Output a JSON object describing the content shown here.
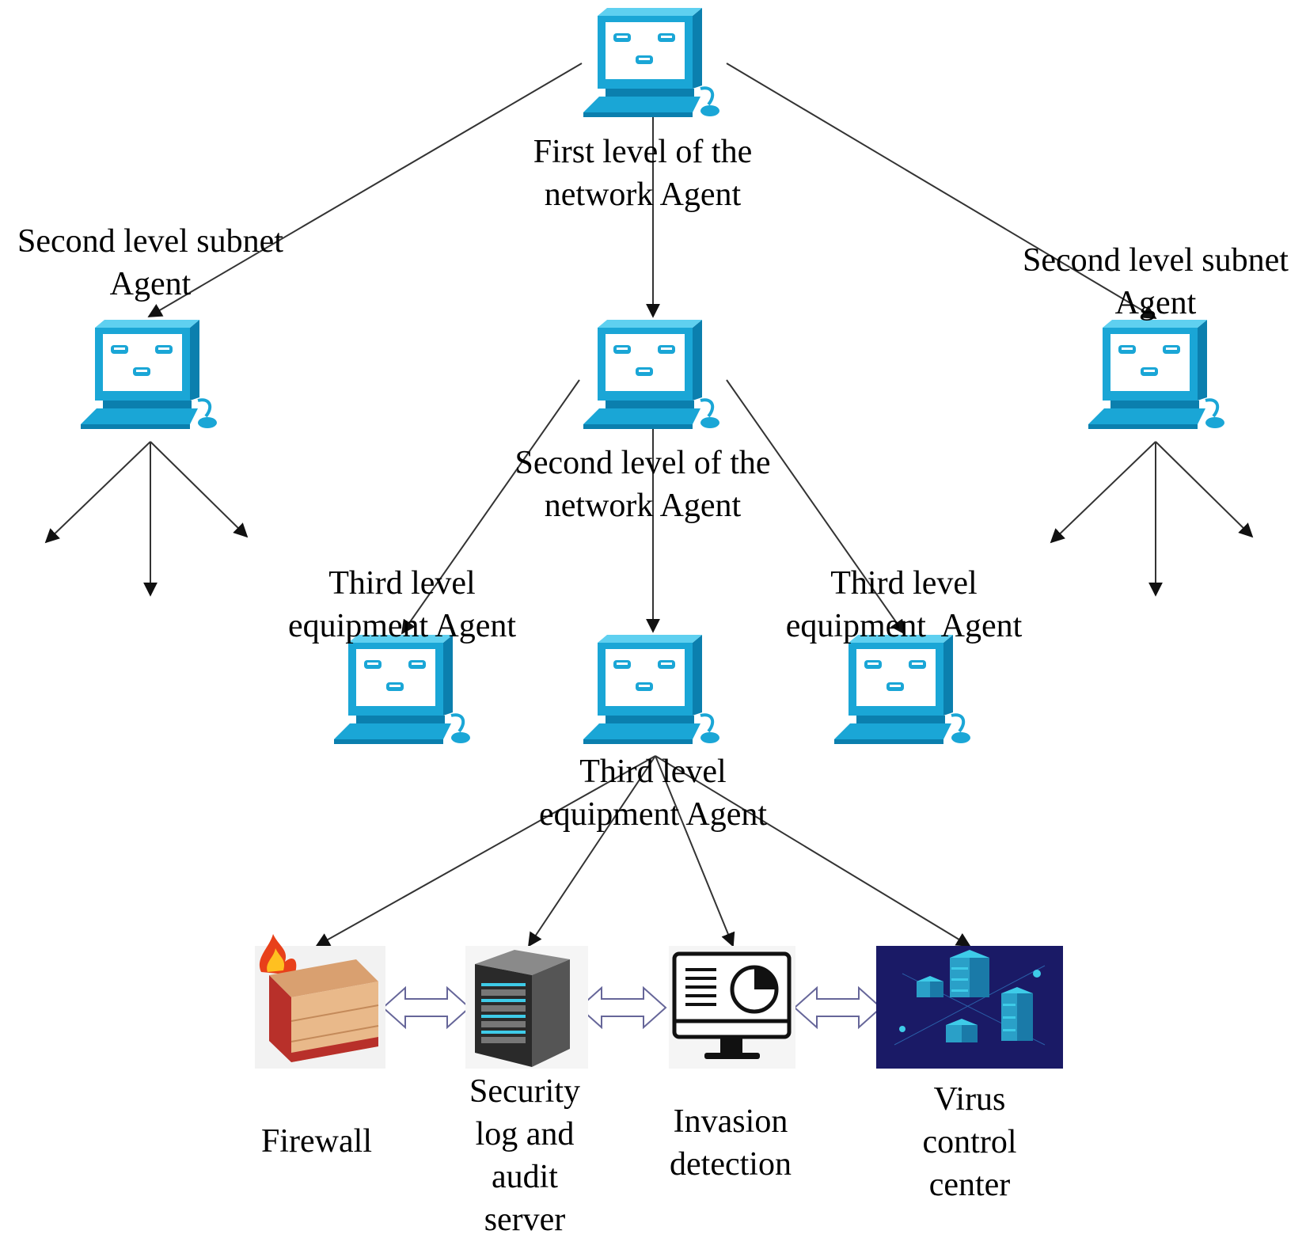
{
  "nodes": {
    "top": {
      "label_lines": [
        "First level of the",
        "network Agent"
      ]
    },
    "subnet_left": {
      "label_lines": [
        "Second level subnet",
        "Agent"
      ]
    },
    "subnet_right": {
      "label_lines": [
        "Second level subnet",
        "Agent"
      ]
    },
    "mid": {
      "label_lines": [
        "Second level of the",
        "network Agent"
      ]
    },
    "equip_left": {
      "label_lines": [
        "Third level",
        "equipment Agent"
      ]
    },
    "equip_right": {
      "label_lines": [
        "Third level",
        "equipment  Agent"
      ]
    },
    "equip_center": {
      "label_lines": [
        "Third level",
        "equipment Agent"
      ]
    }
  },
  "devices": {
    "firewall": {
      "label_lines": [
        "Firewall"
      ],
      "icon": "firewall-icon"
    },
    "audit_server": {
      "label_lines": [
        "Security",
        "log and",
        "audit",
        "server"
      ],
      "icon": "server-icon"
    },
    "invasion_detection": {
      "label_lines": [
        "Invasion",
        "detection"
      ],
      "icon": "monitor-dashboard-icon"
    },
    "virus_center": {
      "label_lines": [
        "Virus",
        "control",
        "center"
      ],
      "icon": "data-center-icon"
    }
  },
  "colors": {
    "computer_blue": "#1aa6d6",
    "computer_dark": "#0b7fae",
    "screen": "#ffffff",
    "line": "#333333",
    "virus_bg": "#1a1a66",
    "server_glow": "#3ecbe8"
  }
}
